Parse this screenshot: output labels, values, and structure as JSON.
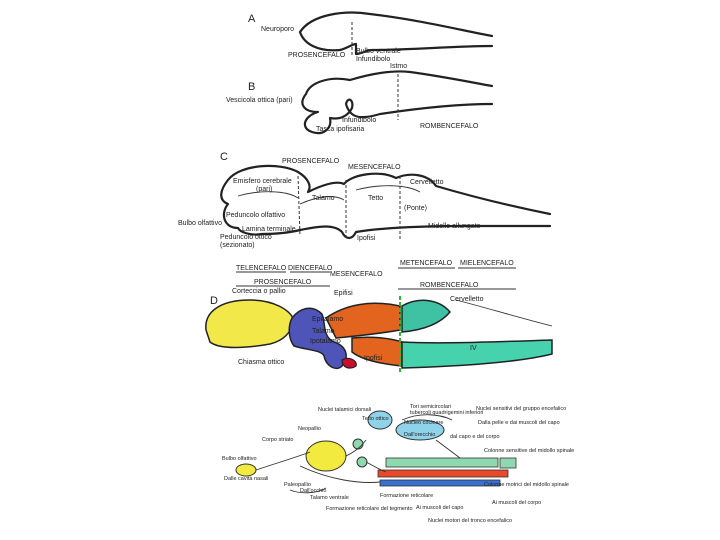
{
  "panels": {
    "A": {
      "letter": "A",
      "labels": {
        "neuroporo": "Neuroporo",
        "prosencefalo": "PROSENCEFALO",
        "bulbo_ventrale": "Bulbo ventrale",
        "infundibolo": "Infundibolo"
      }
    },
    "B": {
      "letter": "B",
      "labels": {
        "istmo": "Istmo",
        "vescicola_ottica": "Vescicola ottica (pari)",
        "infundibolo": "Infundibolo",
        "tasca_ipofisaria": "Tasca ipofisaria",
        "rombencefalo": "ROMBENCEFALO"
      }
    },
    "C": {
      "letter": "C",
      "labels": {
        "prosencefalo": "PROSENCEFALO",
        "mesencefalo": "MESENCEFALO",
        "emisfero_cerebrale": "Emisfero cerebrale",
        "pari": "(pari)",
        "cervelletto": "Cervelletto",
        "talamo": "Talamo",
        "tetto": "Tetto",
        "ponte": "(Ponte)",
        "peduncolo_olfattivo": "Peduncolo olfattivo",
        "bulbo_olfattivo": "Bulbo olfattivo",
        "lamina_terminale": "Lamina terminale",
        "peduncolo_ottico": "Peduncolo ottico",
        "sezionato": "(sezionato)",
        "ipofisi": "Ipofisi",
        "midollo_allungato": "Midollo allungato"
      }
    },
    "D": {
      "letter": "D",
      "labels": {
        "telencefalo": "TELENCEFALO",
        "diencefalo": "DIENCEFALO",
        "mesencefalo": "MESENCEFALO",
        "metencefalo": "METENCEFALO",
        "mielencefalo": "MIELENCEFALO",
        "prosencefalo": "PROSENCEFALO",
        "rombencefalo": "ROMBENCEFALO",
        "corteccia_o_pallio": "Corteccia o pallio",
        "epifisi": "Epifisi",
        "cervelletto": "Cervelletto",
        "epitalamo": "Epitalamo",
        "talamo": "Talamo",
        "ipotalamo": "Ipotalamo",
        "chiasma_ottico": "Chiasma ottico",
        "ipofisi": "Ipofisi",
        "region_mark": "IV"
      },
      "colors": {
        "telencephalon": "#f2e84a",
        "diencephalon": "#4f55b8",
        "mesencephalon": "#e2641e",
        "metencephalon": "#3fc2a4",
        "myelencephalon": "#46d2ad",
        "hypophysis": "#c8102e",
        "divider": "#2db83a"
      }
    },
    "E": {
      "labels": {
        "nuclei_talamici_dorsali": "Nuclei talamici dorsali",
        "tori_semicircolari": "Tori semicircolari",
        "tubercoli_quadrigemini": "tubercoli quadrigemini inferiori",
        "nuclei_sensitivi": "Nuclei sensitivi del gruppo encefalico",
        "tetto_ottico": "Tetto ottico",
        "nucleo_cocleare": "Nucleo cocleare",
        "neopallio": "Neopallio",
        "dalla_pelle": "Dalla pelle e dai muscoli del capo",
        "dall_orecchio": "Dall'orecchio",
        "dal_capo": "dal capo e del corpo",
        "corpo_striato": "Corpo striato",
        "colonne_sensitive": "Colonne sensitive del midollo spinale",
        "bulbo_olfattivo": "Bulbo olfattivo",
        "dalle_cavita_nasali": "Dalle cavità nasali",
        "paleopallio": "Paleopallio",
        "dall_occhio": "Dall'occhio",
        "talamo_ventrale": "Talamo ventrale",
        "formazione_reticolare": "Formazione reticolare",
        "colonne_motrici": "Colonne motrici del midollo spinale",
        "formazione_reticolare_tegmento": "Formazione reticolare del tegmento",
        "ai_muscoli_capo": "Ai muscoli del capo",
        "ai_muscoli_corpo": "Ai muscoli del corpo",
        "nuclei_motori": "Nuclei motori del tronco encefalico"
      },
      "colors": {
        "yellow": "#f3ea3f",
        "green": "#8fd9b0",
        "cyan": "#8ed3ea",
        "red": "#e8492a",
        "blue": "#3a6fd0"
      }
    }
  }
}
